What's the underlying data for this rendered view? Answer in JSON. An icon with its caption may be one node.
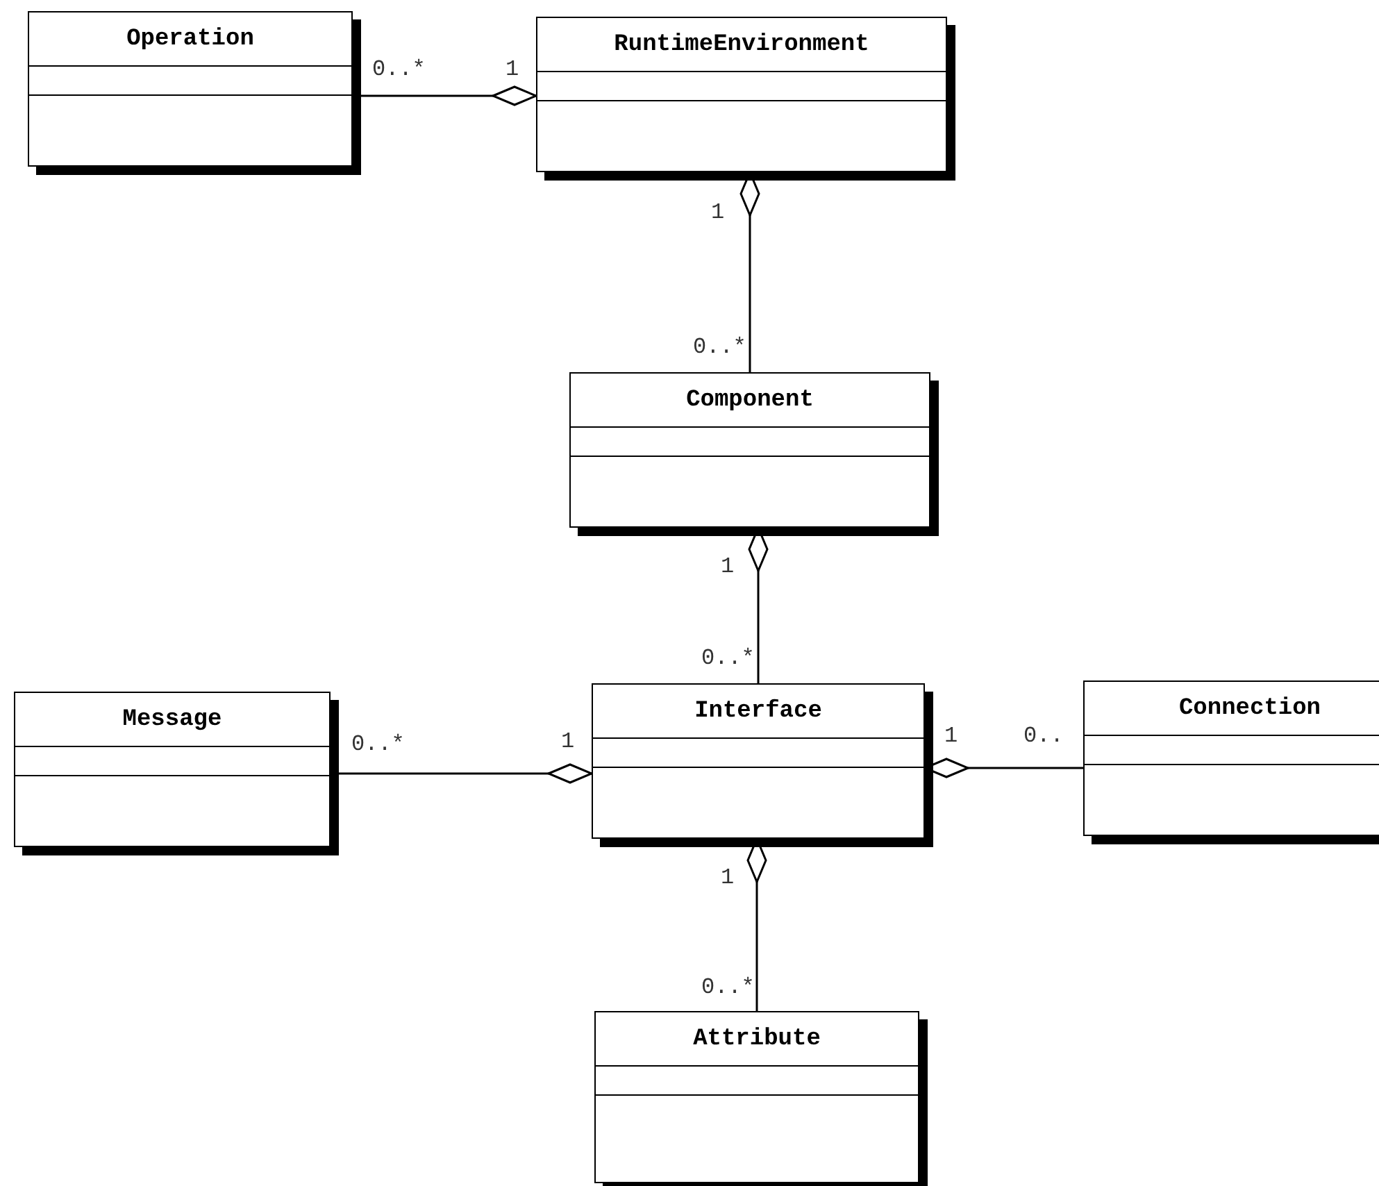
{
  "diagram": {
    "nodes": [
      {
        "text": [
          "Operation"
        ]
      },
      {
        "text": [
          "RuntimeEnvironment"
        ]
      },
      {
        "text": [
          "Component"
        ]
      },
      {
        "text": [
          "Message"
        ]
      },
      {
        "text": [
          "Interface"
        ]
      },
      {
        "text": [
          "Connection"
        ]
      },
      {
        "text": [
          "Attribute"
        ]
      }
    ],
    "edges": [
      {
        "from": 0,
        "to": 1,
        "arrow": "other"
      },
      {
        "from": 2,
        "to": 1,
        "arrow": "other"
      },
      {
        "from": 4,
        "to": 2,
        "arrow": "other"
      },
      {
        "from": 3,
        "to": 4,
        "arrow": "other"
      },
      {
        "from": 5,
        "to": 4,
        "arrow": "other"
      },
      {
        "from": 6,
        "to": 4,
        "arrow": "other"
      }
    ],
    "labels": [
      "0..*",
      "1",
      "1",
      "0..*",
      "1",
      "0..*",
      "0..*",
      "1",
      "1",
      "0..",
      "1",
      "0..*"
    ]
  }
}
